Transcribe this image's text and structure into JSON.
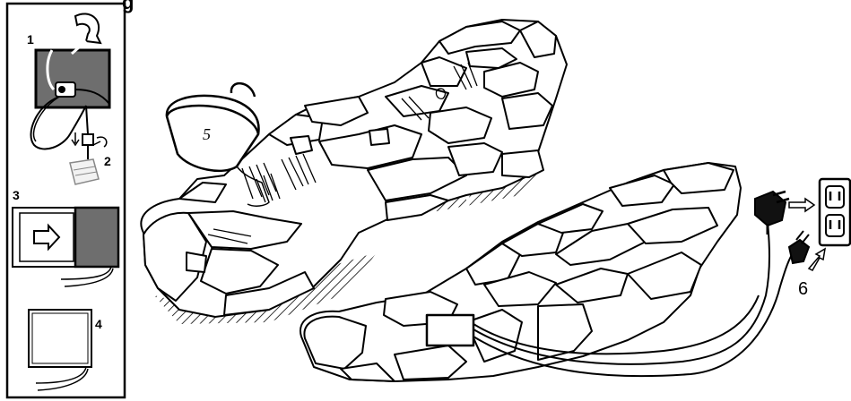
{
  "heading_fragment": "g",
  "steps": {
    "s1": "1",
    "s2": "2",
    "s3": "3",
    "s4": "4",
    "s5": "5",
    "s6": "6"
  },
  "palette": {
    "ink": "#000000",
    "dark_fill": "#6e6e6e",
    "paper": "#ffffff"
  },
  "icons": [
    "pump-icon",
    "rotate-arrow-icon",
    "arrow-right-icon",
    "outlet-icon",
    "plug-icon",
    "bucket-icon"
  ]
}
